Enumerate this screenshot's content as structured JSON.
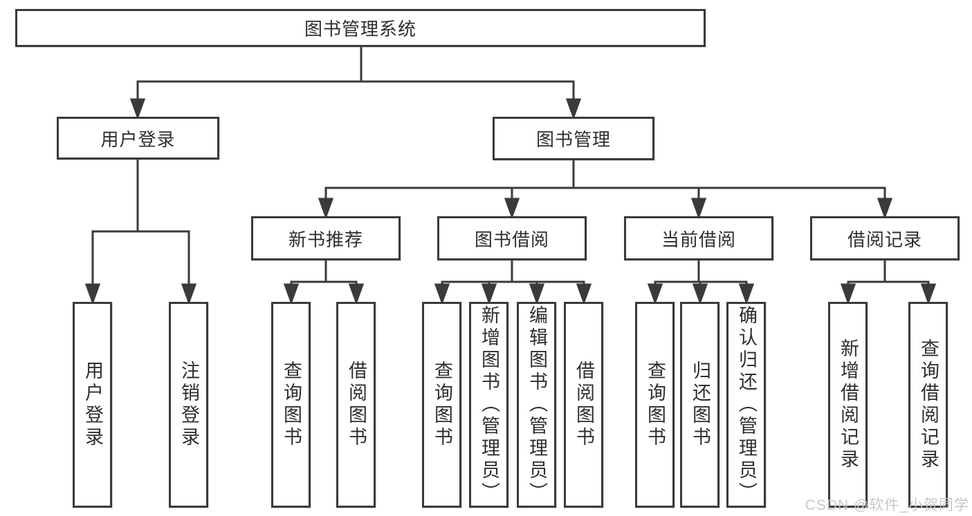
{
  "diagram": {
    "title": "图书管理系统",
    "branches": [
      {
        "label": "用户登录",
        "children": [
          "用户登录",
          "注销登录"
        ]
      },
      {
        "label": "图书管理",
        "sections": [
          {
            "label": "新书推荐",
            "children": [
              "查询图书",
              "借阅图书"
            ]
          },
          {
            "label": "图书借阅",
            "children": [
              "查询图书",
              "新增图书（管理员）",
              "编辑图书（管理员）",
              "借阅图书"
            ]
          },
          {
            "label": "当前借阅",
            "children": [
              "查询图书",
              "归还图书",
              "确认归还（管理员）"
            ]
          },
          {
            "label": "借阅记录",
            "children": [
              "新增借阅记录",
              "查询借阅记录"
            ]
          }
        ]
      }
    ]
  },
  "watermark": {
    "text": "CSDN @软件_小贺同学"
  },
  "colors": {
    "line": "#3a3a3a",
    "box_border": "#3a3a3a",
    "text": "#2e2e2e",
    "watermark": "#c5c5c5",
    "background": "#ffffff"
  }
}
